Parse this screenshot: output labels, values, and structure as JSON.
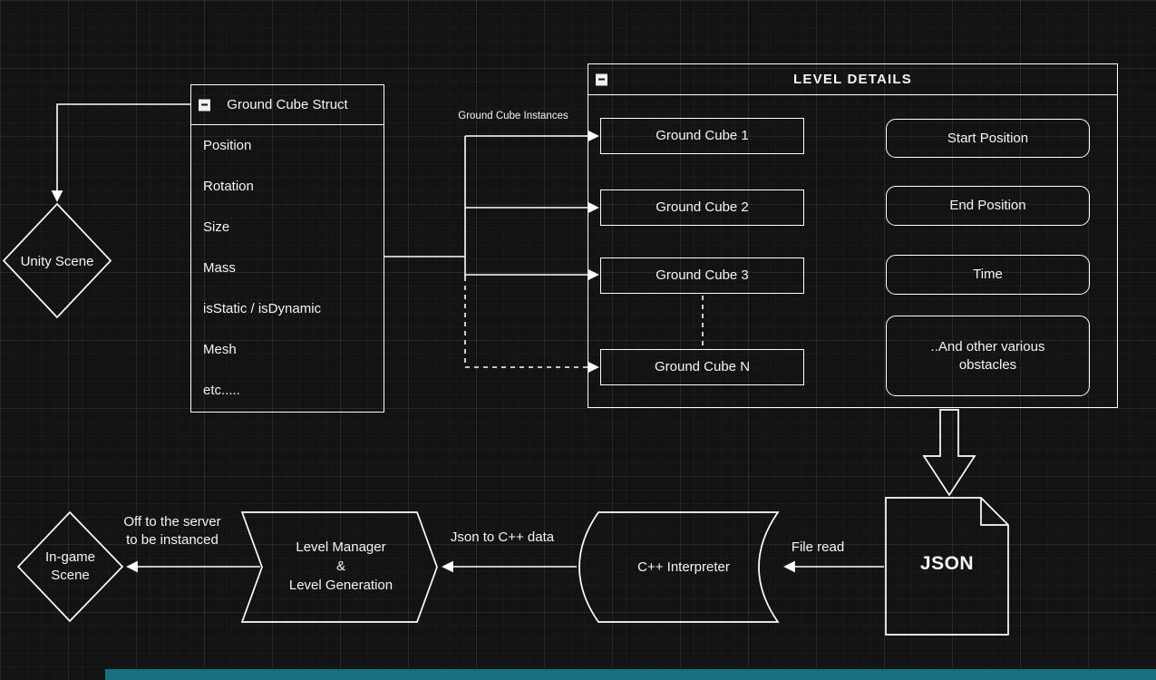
{
  "canvas": {
    "bg": "#131313",
    "stroke": "#ffffff",
    "bottom_bar_color": "#17707f"
  },
  "struct_box": {
    "title": "Ground Cube Struct",
    "fields": [
      "Position",
      "Rotation",
      "Size",
      "Mass",
      "isStatic / isDynamic",
      "Mesh",
      "etc....."
    ]
  },
  "unity_scene": {
    "label": "Unity Scene"
  },
  "level_details": {
    "title": "LEVEL DETAILS",
    "instances": [
      "Ground Cube 1",
      "Ground Cube 2",
      "Ground Cube 3",
      "Ground Cube N"
    ],
    "properties": [
      "Start Position",
      "End Position",
      "Time",
      "..And other various\nobstacles"
    ]
  },
  "edges": {
    "instances_label": "Ground Cube Instances",
    "file_read": "File read",
    "json_to_cpp": "Json to C++ data",
    "to_server": "Off to the server\nto be instanced"
  },
  "json_doc": {
    "label": "JSON"
  },
  "cpp_interpreter": {
    "label": "C++ Interpreter"
  },
  "level_manager": {
    "label": "Level Manager\n&\nLevel Generation"
  },
  "in_game_scene": {
    "label": "In-game\nScene"
  }
}
